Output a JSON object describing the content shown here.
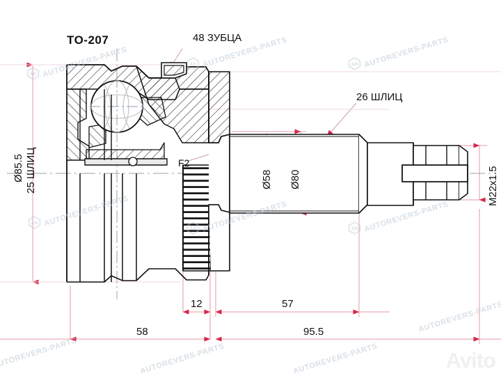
{
  "drawing": {
    "part_number": "TO-207",
    "title_label": "TO-207",
    "callouts": {
      "teeth": "48 ЗУБЦА",
      "splines_outer": "26 ШЛИЦ",
      "splines_inner": "25 ШЛИЦ",
      "face_mark": "F2"
    },
    "dimensions": {
      "outer_diameter": "Ø85.5",
      "mid_diameter": "Ø58",
      "shaft_diameter": "Ø80",
      "thread": "M22x1.5",
      "len_tone_ring": "12",
      "len_shaft_section": "57",
      "len_joint_body": "58",
      "len_overall_right": "95.5"
    }
  },
  "watermarks": {
    "brand": "AUTOREVERS-PARTS",
    "marketplace": "Avito"
  },
  "colors": {
    "line": "#111111",
    "dimension": "#e79aa6",
    "arrow": "#d6264a",
    "leader": "#c9a2ad",
    "hatch": "#1a1a1a",
    "watermark": "#b9c7d2"
  }
}
